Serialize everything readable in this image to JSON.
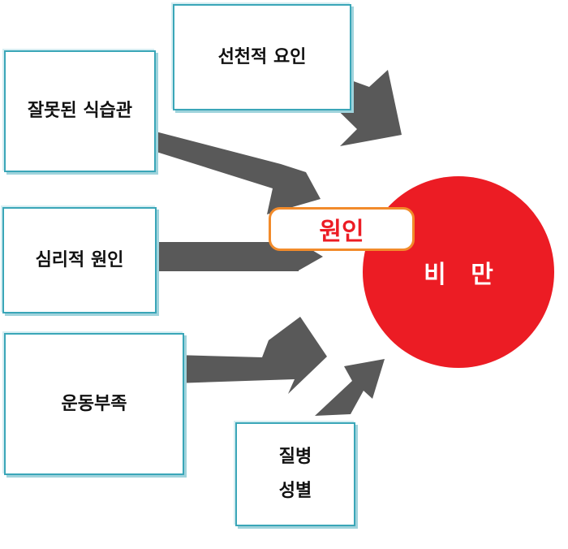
{
  "diagram": {
    "center": {
      "label": "비 만"
    },
    "connector": {
      "label": "원인"
    },
    "causes": [
      {
        "id": "genetic",
        "lines": [
          "선천적 요인"
        ]
      },
      {
        "id": "eating",
        "lines": [
          "잘못된 식습관"
        ]
      },
      {
        "id": "psych",
        "lines": [
          "심리적 원인"
        ]
      },
      {
        "id": "exercise",
        "lines": [
          "운동부족"
        ]
      },
      {
        "id": "disease-gender",
        "lines": [
          "질병",
          "성별"
        ]
      }
    ]
  },
  "colors": {
    "circle": "#ec1c24",
    "connector_text": "#ec1c24",
    "connector_border": "#f28b2b",
    "box_border": "#3aa6b8",
    "arrow": "#595959"
  }
}
